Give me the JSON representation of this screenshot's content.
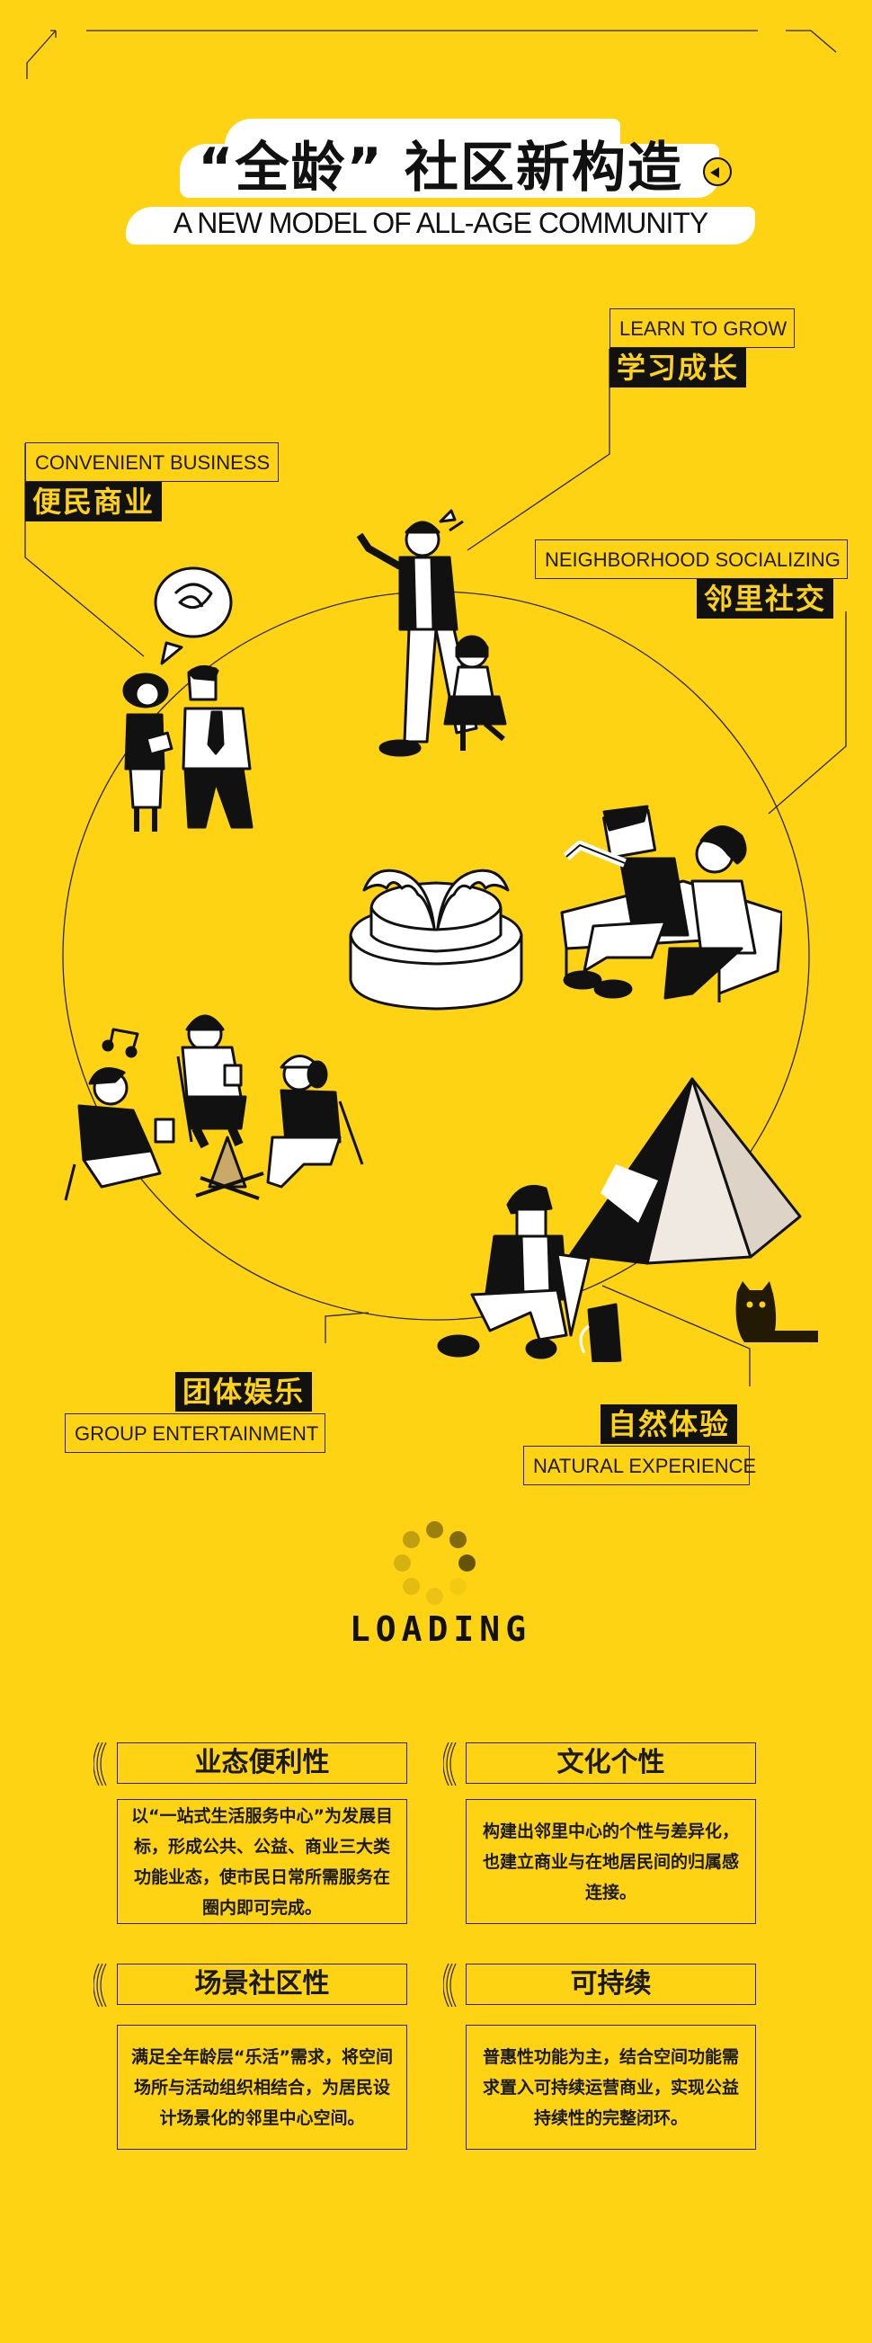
{
  "header": {
    "title_cn": "“全龄” 社区新构造",
    "title_en": "A NEW MODEL OF ALL-AGE COMMUNITY"
  },
  "categories": [
    {
      "key": "convenient_business",
      "en": "CONVENIENT BUSINESS",
      "cn": "便民商业"
    },
    {
      "key": "learn_to_grow",
      "en": "LEARN TO GROW",
      "cn": "学习成长"
    },
    {
      "key": "neighborhood_socializing",
      "en": "NEIGHBORHOOD SOCIALIZING",
      "cn": "邻里社交"
    },
    {
      "key": "group_entertainment",
      "en": "GROUP ENTERTAINMENT",
      "cn": "团体娱乐"
    },
    {
      "key": "natural_experience",
      "en": "NATURAL EXPERIENCE",
      "cn": "自然体验"
    }
  ],
  "illustrations": [
    {
      "name": "business-people-talking",
      "desc": "woman with documents and man in tie, speech bubble"
    },
    {
      "name": "father-and-daughter",
      "desc": "father pointing with child holding hand"
    },
    {
      "name": "fountain",
      "desc": "tiered fountain"
    },
    {
      "name": "couple-on-bench",
      "desc": "man and woman on bench chatting"
    },
    {
      "name": "campfire-group",
      "desc": "three people around campfire with music note"
    },
    {
      "name": "camping-scene",
      "desc": "person in bucket hat on camp chair, tent, bag, cat"
    }
  ],
  "loading": {
    "label": "LOADING"
  },
  "features": [
    {
      "title": "业态便利性",
      "body": "以“一站式生活服务中心”为发展目标，形成公共、公益、商业三大类功能业态，使市民日常所需服务在圈内即可完成。"
    },
    {
      "title": "文化个性",
      "body": "构建出邻里中心的个性与差异化，也建立商业与在地居民间的归属感连接。"
    },
    {
      "title": "场景社区性",
      "body": "满足全年龄层“乐活”需求，将空间场所与活动组织相结合，为居民设计场景化的邻里中心空间。"
    },
    {
      "title": "可持续",
      "body": "普惠性功能为主，结合空间功能需求置入可持续运营商业，实现公益持续性的完整闭环。"
    }
  ],
  "colors": {
    "background": "#fed314",
    "ink": "#111111",
    "label_text_on_black": "#fed314",
    "line": "#2b2616"
  }
}
